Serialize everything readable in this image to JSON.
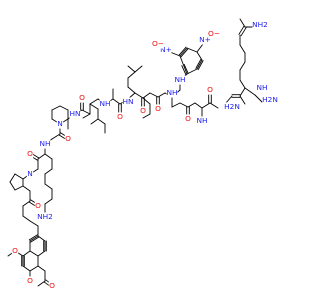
{
  "molecule": {
    "atom_colors": {
      "N": "#2222ee",
      "O": "#ee1111",
      "C": "#000000"
    },
    "labels": {
      "amide_nh": "NH",
      "amide_hn": "HN",
      "amine_nh2": "NH2",
      "amine_h2n": "H2N",
      "imine_nh": "NH",
      "nitrogen": "N",
      "oxygen": "O",
      "nitro_n_plus": "N+",
      "nitro_o_minus": "O−"
    }
  }
}
